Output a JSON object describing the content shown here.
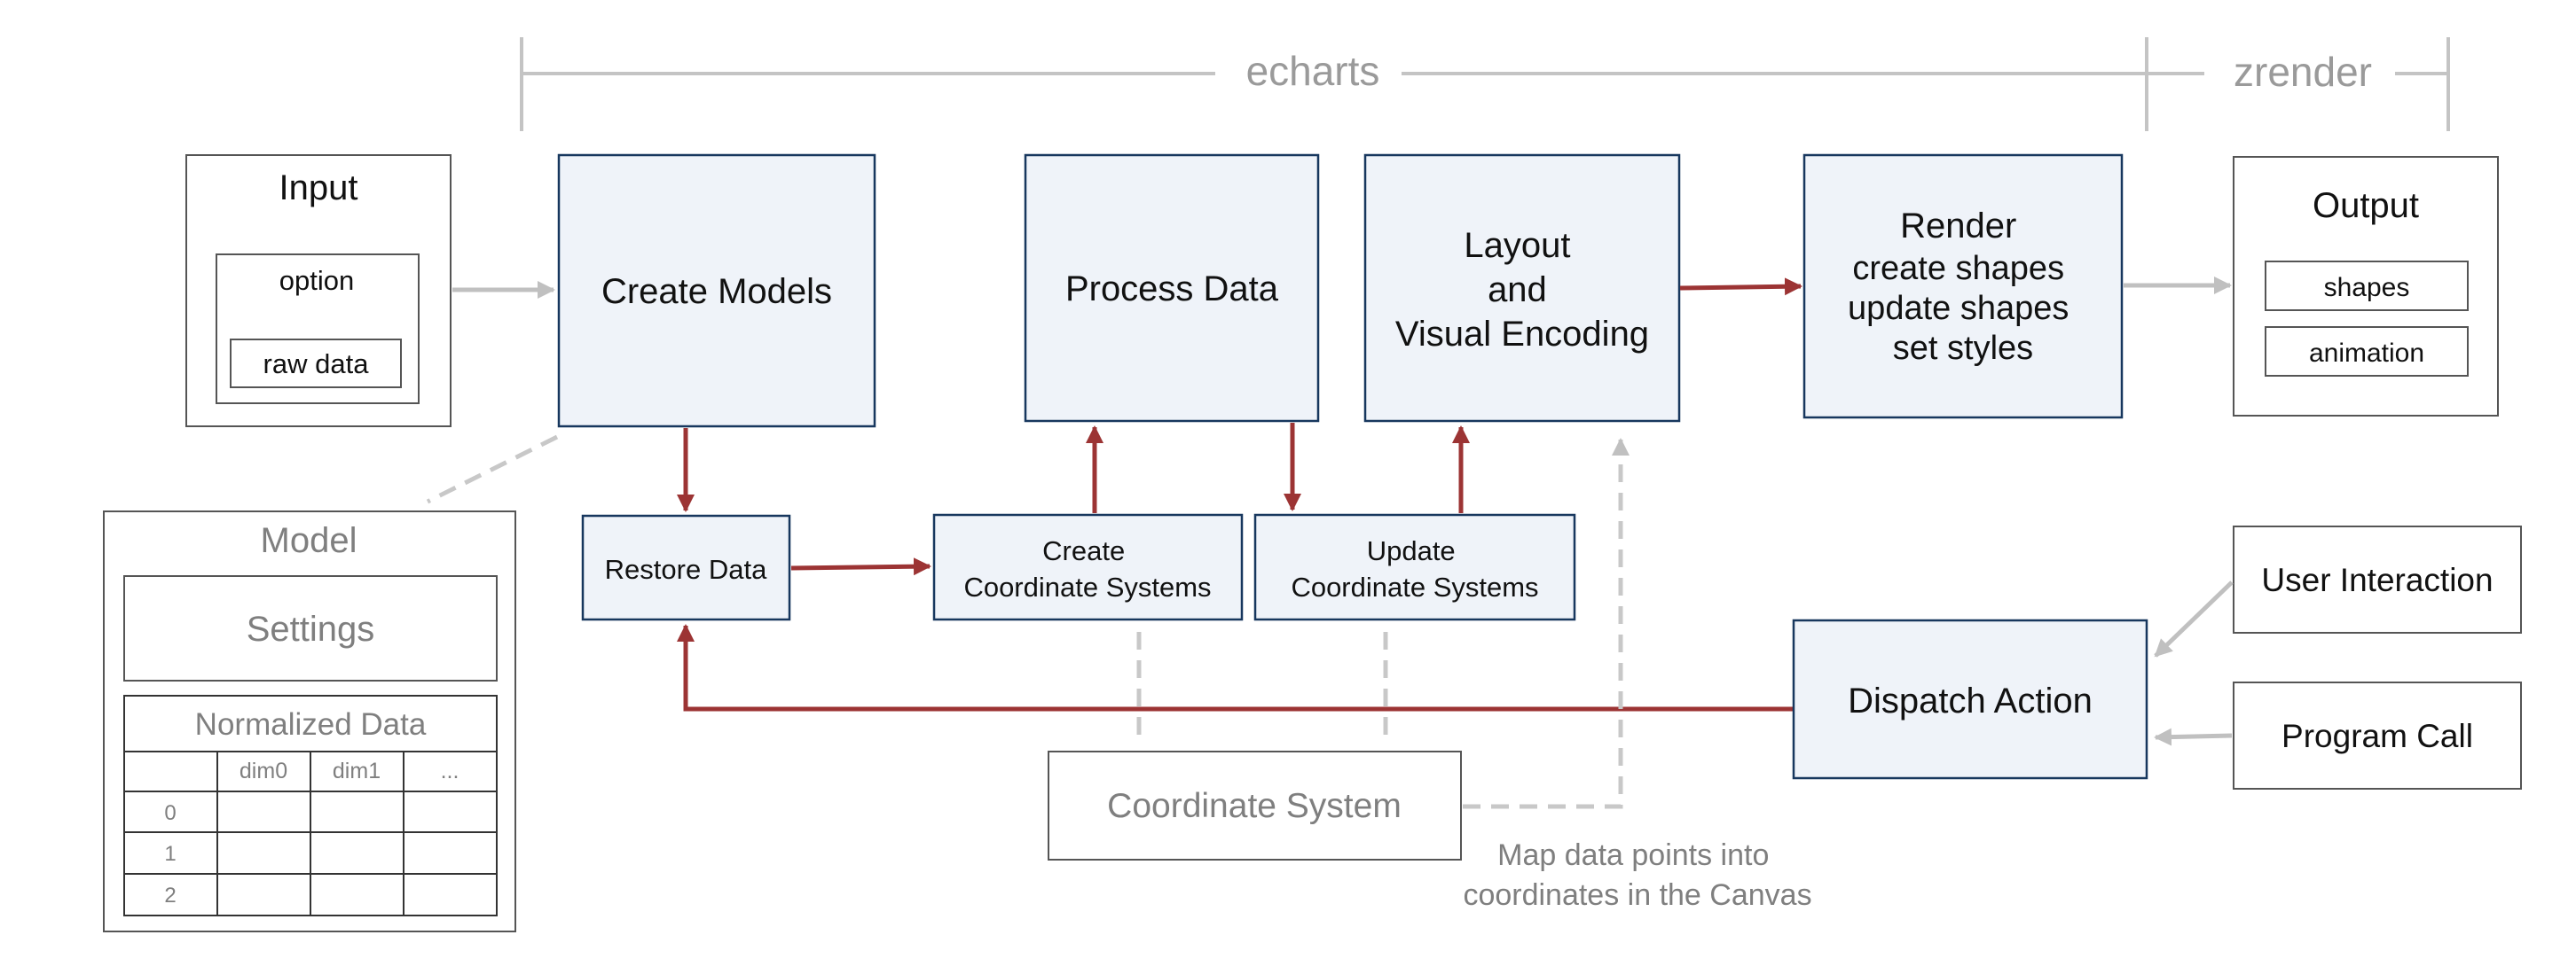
{
  "header": {
    "echarts_label": "echarts",
    "zrender_label": "zrender"
  },
  "input": {
    "title": "Input",
    "option_label": "option",
    "raw_data_label": "raw data"
  },
  "steps": {
    "create_models": "Create Models",
    "process_data": "Process Data",
    "layout_lines": [
      "Layout",
      "and",
      "Visual Encoding"
    ],
    "render_lines": [
      "Render",
      "create shapes",
      "update shapes",
      "set styles"
    ],
    "restore_data": "Restore Data",
    "create_coord_lines": [
      "Create",
      "Coordinate Systems"
    ],
    "update_coord_lines": [
      "Update",
      "Coordinate Systems"
    ],
    "dispatch_action": "Dispatch Action"
  },
  "output": {
    "title": "Output",
    "shapes_label": "shapes",
    "animation_label": "animation"
  },
  "triggers": {
    "user_interaction": "User Interaction",
    "program_call": "Program Call"
  },
  "coordinate_system": {
    "label": "Coordinate System",
    "note_lines": [
      "Map data points into",
      "coordinates in the Canvas"
    ]
  },
  "model": {
    "title": "Model",
    "settings_label": "Settings",
    "normalized_title": "Normalized Data",
    "columns": [
      "",
      "dim0",
      "dim1",
      "..."
    ],
    "rows": [
      "0",
      "1",
      "2"
    ]
  },
  "colors": {
    "box_fill": "#eff3f9",
    "box_border": "#17375e",
    "flow_arrow": "#9c3434",
    "gray_line": "#bfbfbf",
    "gray_text": "#808080"
  }
}
